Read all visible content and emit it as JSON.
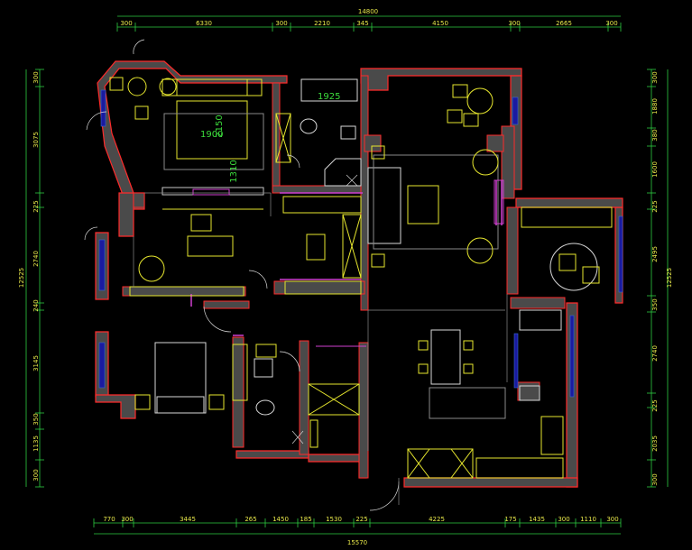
{
  "colors": {
    "background": "#000000",
    "wall": "#ff2a2a",
    "wall_fill": "#4a4a4a",
    "furniture": "#e6e62e",
    "fixture": "#d8d8d8",
    "window": "#1a1aa0",
    "dimension_line": "#2ecc40",
    "dimension_text": "#e8e84a",
    "accent_magenta": "#d040d0",
    "grid_gray": "#8a8a8a"
  },
  "top_dimensions": {
    "overall": "14800",
    "segments": [
      "300",
      "6330",
      "300",
      "2210",
      "345",
      "4150",
      "300",
      "2665",
      "300"
    ]
  },
  "bottom_dimensions": {
    "overall": "15570",
    "segments": [
      "770",
      "300",
      "3445",
      "265",
      "1450",
      "185",
      "1530",
      "225",
      "4225",
      "175",
      "1435",
      "300",
      "1110",
      "300"
    ]
  },
  "left_dimensions": {
    "overall": "12525",
    "segments": [
      "300",
      "3075",
      "225",
      "2740",
      "240",
      "3145",
      "350",
      "1135",
      "300"
    ]
  },
  "right_dimensions": {
    "overall": "12525",
    "segments": [
      "300",
      "1880",
      "380",
      "1600",
      "225",
      "2495",
      "350",
      "2740",
      "225",
      "2035",
      "300"
    ]
  },
  "room_labels": {
    "bed_width": "1900",
    "bed_length": "2150",
    "tub_length": "1925",
    "wardrobe": "1310"
  }
}
